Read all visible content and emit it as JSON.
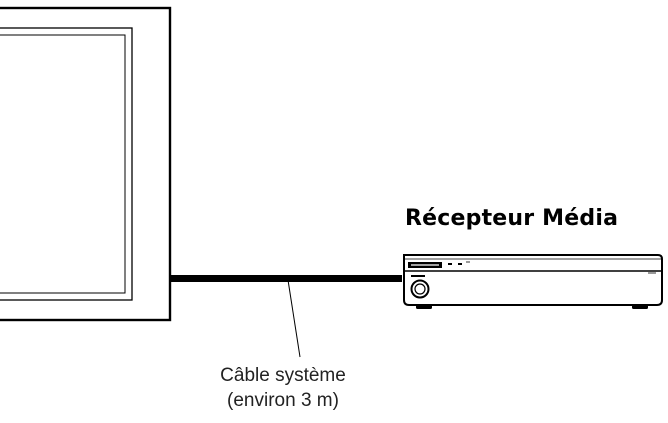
{
  "device": {
    "title": "Récepteur Média"
  },
  "cable": {
    "label_line1": "Câble système",
    "label_line2": "(environ 3 m)"
  }
}
